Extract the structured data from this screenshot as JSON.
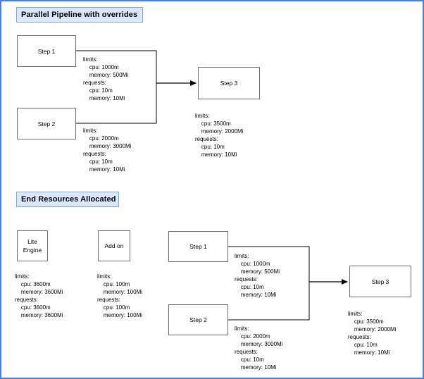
{
  "page": {
    "border_color": "#4a7fe0",
    "background": "#ffffff",
    "title_fill": "#dae8fc",
    "title_stroke": "#7ea6d9",
    "node_stroke": "#6f6f6f",
    "edge_color": "#000000"
  },
  "sections": [
    {
      "title": "Parallel Pipeline with  overrides"
    },
    {
      "title": "End Resources Allocated"
    }
  ],
  "top": {
    "nodes": [
      {
        "label": "Step 1"
      },
      {
        "label": "Step 2"
      },
      {
        "label": "Step 3"
      }
    ],
    "resources": [
      {
        "for": "Step 1",
        "lines": [
          "limits:",
          "    cpu: 1000m",
          "    memory: 500Mi",
          "requests:",
          "    cpu: 10m",
          "    memory: 10Mi"
        ]
      },
      {
        "for": "Step 2",
        "lines": [
          "limits:",
          "    cpu: 2000m",
          "    memory: 3000Mi",
          "requests:",
          "    cpu: 10m",
          "    memory: 10Mi"
        ]
      },
      {
        "for": "Step 3",
        "lines": [
          "limits:",
          "    cpu: 3500m",
          "    memory: 2000Mi",
          "requests:",
          "    cpu: 10m",
          "    memory: 10Mi"
        ]
      }
    ]
  },
  "bottom": {
    "nodes": [
      {
        "label": "Lite\nEngine"
      },
      {
        "label": "Add on"
      },
      {
        "label": "Step 1"
      },
      {
        "label": "Step 2"
      },
      {
        "label": "Step 3"
      }
    ],
    "resources": [
      {
        "for": "Lite Engine",
        "lines": [
          "limits:",
          "    cpu: 3600m",
          "    memory: 3600Mi",
          "requests:",
          "    cpu: 3600m",
          "    memory: 3600Mi"
        ]
      },
      {
        "for": "Add on",
        "lines": [
          "limits:",
          "    cpu: 100m",
          "    memory: 100Mi",
          "requests:",
          "    cpu: 100m",
          "    memory: 100Mi"
        ]
      },
      {
        "for": "Step 1",
        "lines": [
          "limits:",
          "    cpu: 1000m",
          "    memory: 500Mi",
          "requests:",
          "    cpu: 10m",
          "    memory: 10Mi"
        ]
      },
      {
        "for": "Step 2",
        "lines": [
          "limits:",
          "    cpu: 2000m",
          "    memory: 3000Mi",
          "requests:",
          "    cpu: 10m",
          "    memory: 10Mi"
        ]
      },
      {
        "for": "Step 3",
        "lines": [
          "limits:",
          "    cpu: 3500m",
          "    memory: 2000Mi",
          "requests:",
          "    cpu: 10m",
          "    memory: 10Mi"
        ]
      }
    ]
  }
}
